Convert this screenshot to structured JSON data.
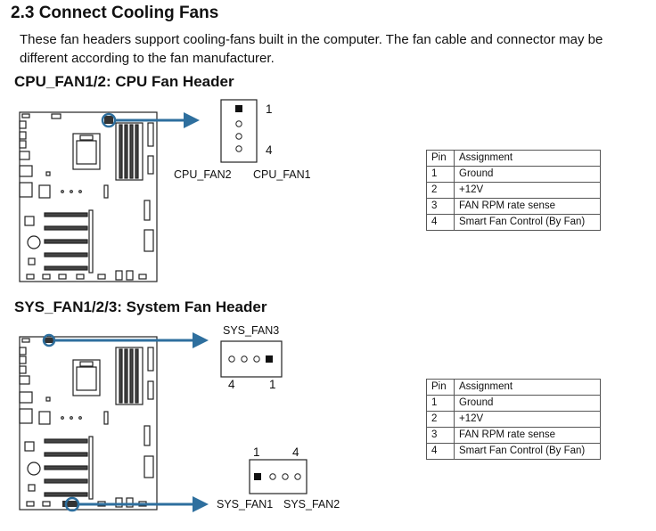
{
  "section": {
    "title": "2.3 Connect Cooling Fans",
    "intro": "These fan headers support cooling-fans built in the computer. The fan cable and connector may be different according to the fan manufacturer."
  },
  "cpu": {
    "heading": "CPU_FAN1/2: CPU Fan Header",
    "pin_first": "1",
    "pin_last": "4",
    "label_left": "CPU_FAN2",
    "label_right": "CPU_FAN1",
    "table": {
      "headers": [
        "Pin",
        "Assignment"
      ],
      "rows": [
        [
          "1",
          "Ground"
        ],
        [
          "2",
          "+12V"
        ],
        [
          "3",
          "FAN RPM rate sense"
        ],
        [
          "4",
          "Smart Fan Control (By Fan)"
        ]
      ]
    }
  },
  "sys": {
    "heading": "SYS_FAN1/2/3: System Fan Header",
    "top_label": "SYS_FAN3",
    "top_pin_left": "4",
    "top_pin_right": "1",
    "bottom_pin_left": "1",
    "bottom_pin_right": "4",
    "label_left": "SYS_FAN1",
    "label_right": "SYS_FAN2",
    "table": {
      "headers": [
        "Pin",
        "Assignment"
      ],
      "rows": [
        [
          "1",
          "Ground"
        ],
        [
          "2",
          "+12V"
        ],
        [
          "3",
          "FAN RPM rate sense"
        ],
        [
          "4",
          "Smart Fan Control (By Fan)"
        ]
      ]
    }
  },
  "colors": {
    "accent": "#2e6f9e",
    "line": "#222222"
  }
}
